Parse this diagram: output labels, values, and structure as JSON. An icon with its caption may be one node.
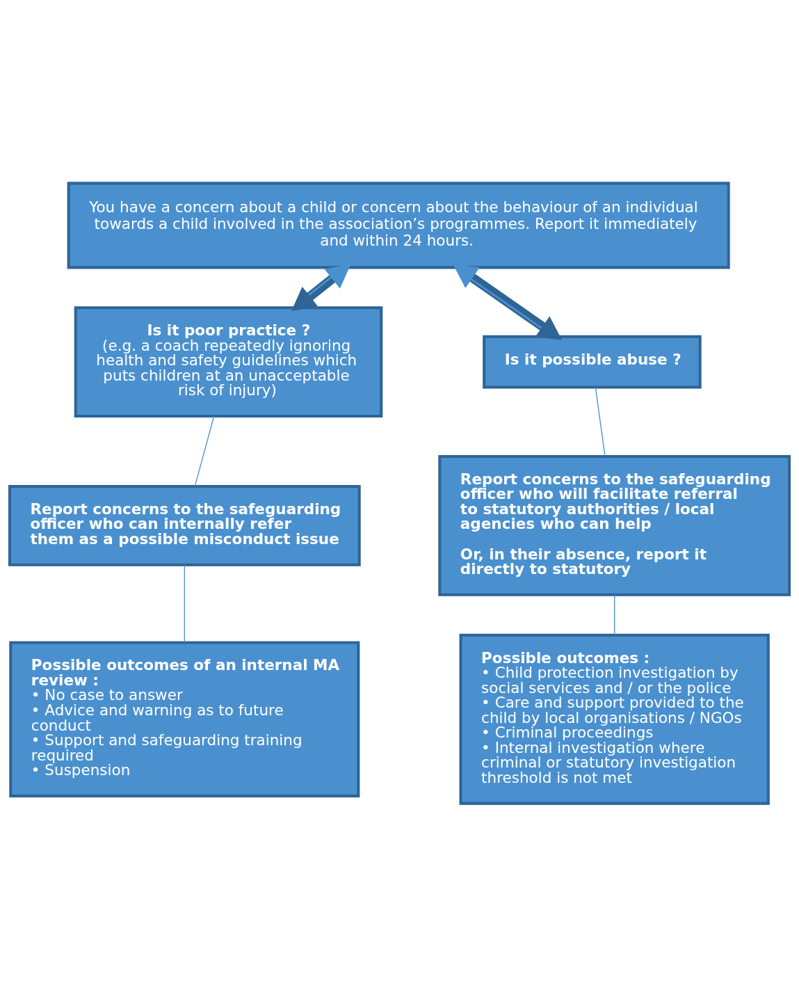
{
  "diagram": {
    "nodes": [
      {
        "text": [
          "You have a concern about a child or concern about the behaviour of an individual towards a child involved in the association’s programmes. Report it immediately and within 24 hours."
        ]
      },
      {
        "text": [
          "Is it poor practice ?",
          "(e.g. a coach repeatedly ignoring health and safety guidelines which puts children at an unacceptable risk of injury)"
        ]
      },
      {
        "text": [
          "Is it possible abuse ?"
        ]
      },
      {
        "text": [
          "Report concerns to the safeguarding officer who can internally refer them as a possible misconduct issue"
        ]
      },
      {
        "text": [
          "Report concerns to the safeguarding officer who will facilitate referral to statutory authorities / local agencies who can help",
          "Or, in their absence, report it directly to statutory"
        ]
      },
      {
        "text": [
          "Possible outcomes of an internal MA review :",
          "• No case to answer",
          "• Advice and warning as to future conduct",
          "• Support and safeguarding training required",
          "• Suspension"
        ]
      },
      {
        "text": [
          "Possible outcomes :",
          "• Child protection investigation by social services and / or the police",
          "• Care and support provided to the child by local organisations / NGOs",
          "• Criminal proceedings",
          "• Internal investigation where criminal or statutory investigation threshold is not met"
        ]
      }
    ],
    "edges": [
      {
        "from": 0,
        "to": 1,
        "arrow": "both",
        "style": "thick"
      },
      {
        "from": 0,
        "to": 2,
        "arrow": "both",
        "style": "thick"
      },
      {
        "from": 1,
        "to": 3,
        "arrow": "none"
      },
      {
        "from": 3,
        "to": 5,
        "arrow": "none"
      },
      {
        "from": 2,
        "to": 4,
        "arrow": "none"
      },
      {
        "from": 4,
        "to": 6,
        "arrow": "none"
      }
    ]
  }
}
